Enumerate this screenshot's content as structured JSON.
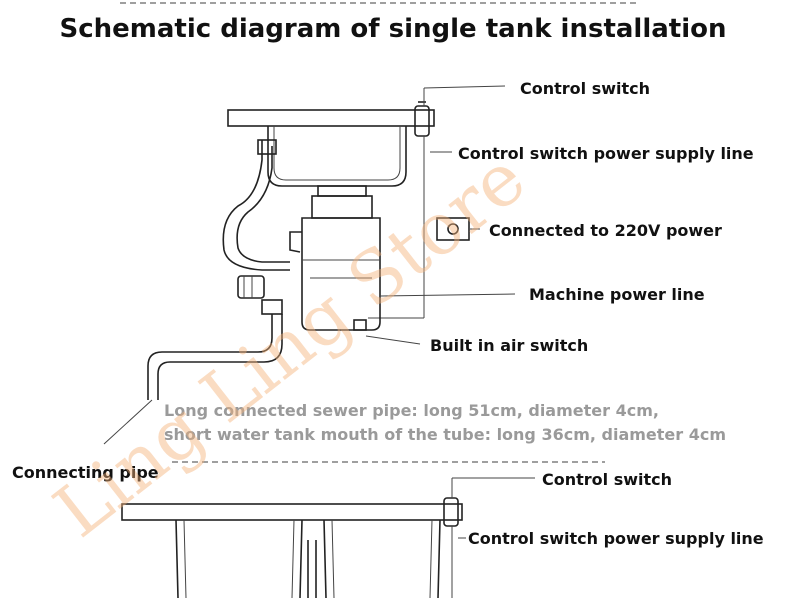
{
  "title": "Schematic diagram of single tank installation",
  "watermark": "Ling Ling Store",
  "labels": {
    "control_switch_top": "Control switch",
    "power_supply_line_top": "Control switch power supply line",
    "connected_power": "Connected to 220V power",
    "machine_power_line": "Machine power line",
    "air_switch": "Built in air switch",
    "note_line1": "Long connected sewer pipe: long 51cm, diameter 4cm,",
    "note_line2": "short water tank mouth of the tube: long 36cm, diameter 4cm",
    "connecting_pipe": "Connecting pipe",
    "control_switch_bottom": "Control switch",
    "power_supply_line_bottom": "Control switch power supply line"
  }
}
